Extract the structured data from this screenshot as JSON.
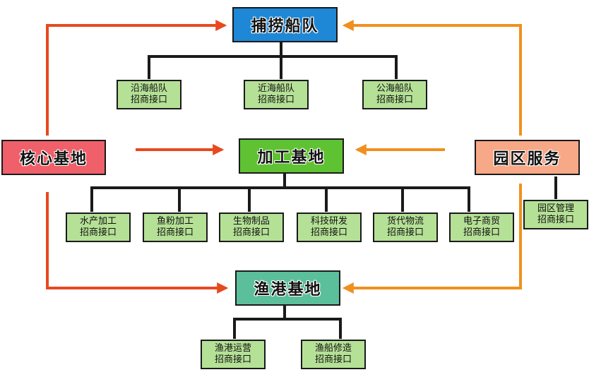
{
  "colors": {
    "fleet": "#1e88d6",
    "core": "#f0606a",
    "processing": "#5fc232",
    "park": "#f7a887",
    "port": "#5cbf9c",
    "sub_fill": "#b5e196",
    "arrow_red": "#e8491f",
    "arrow_orange": "#f0901e",
    "connector": "#1a1a1a"
  },
  "nodes": {
    "fleet": "捕捞船队",
    "core": "核心基地",
    "processing": "加工基地",
    "park": "园区服务",
    "port": "渔港基地"
  },
  "fleet_children": [
    {
      "line1": "沿海船队",
      "line2": "招商接口"
    },
    {
      "line1": "近海船队",
      "line2": "招商接口"
    },
    {
      "line1": "公海船队",
      "line2": "招商接口"
    }
  ],
  "processing_children": [
    {
      "line1": "水产加工",
      "line2": "招商接口"
    },
    {
      "line1": "鱼粉加工",
      "line2": "招商接口"
    },
    {
      "line1": "生物制品",
      "line2": "招商接口"
    },
    {
      "line1": "科技研发",
      "line2": "招商接口"
    },
    {
      "line1": "货代物流",
      "line2": "招商接口"
    },
    {
      "line1": "电子商贸",
      "line2": "招商接口"
    }
  ],
  "park_children": [
    {
      "line1": "园区管理",
      "line2": "招商接口"
    }
  ],
  "port_children": [
    {
      "line1": "渔港运营",
      "line2": "招商接口"
    },
    {
      "line1": "渔船修造",
      "line2": "招商接口"
    }
  ]
}
